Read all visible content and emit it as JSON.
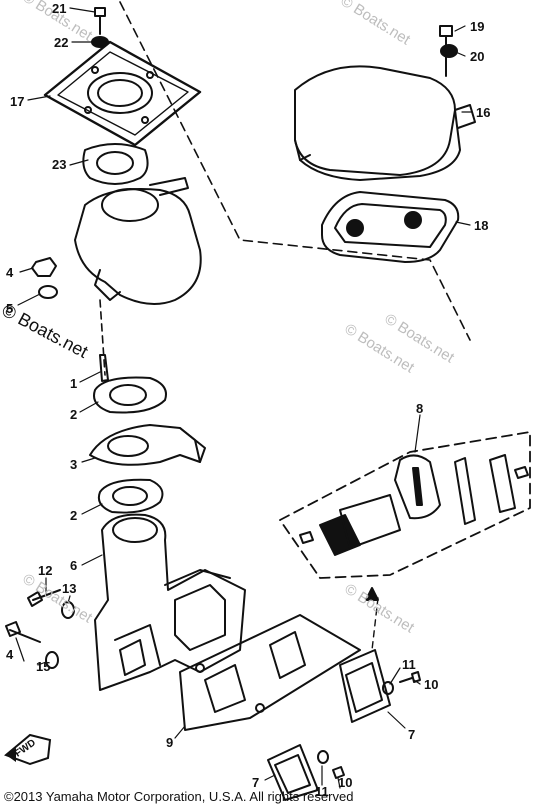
{
  "diagram": {
    "callouts": [
      "21",
      "22",
      "17",
      "23",
      "4",
      "5",
      "1",
      "2",
      "3",
      "2",
      "6",
      "12",
      "13",
      "4",
      "15",
      "19",
      "20",
      "16",
      "18",
      "8",
      "11",
      "10",
      "7",
      "9",
      "7",
      "11",
      "10"
    ],
    "watermarks": [
      "© Boats.net",
      "© Boats.net",
      "© Boats.net",
      "© Boats.net",
      "© Boats.net",
      "© Boats.net"
    ],
    "brand_mark": "© Boats.net",
    "fwd_label": "FWD",
    "copyright": "©2013 Yamaha Motor Corporation, U.S.A. All rights reserved"
  }
}
